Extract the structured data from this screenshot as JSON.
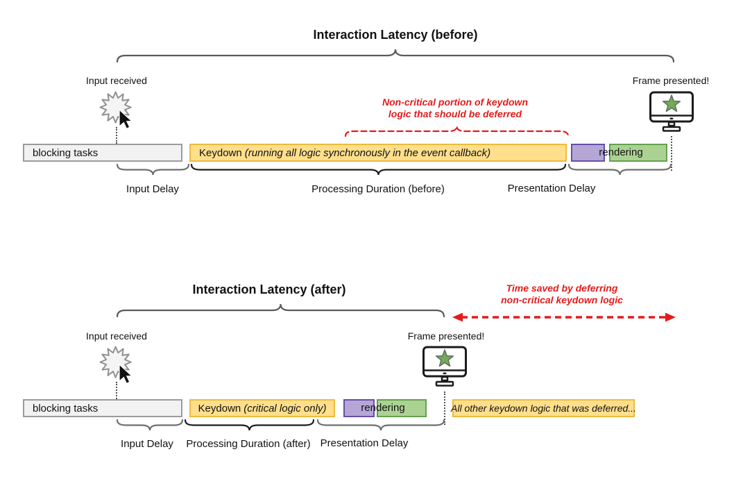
{
  "colors": {
    "yellow_fill": "#ffdf8c",
    "yellow_border": "#edba3c",
    "purple_fill": "#b4a7d6",
    "purple_border": "#674ea7",
    "green_fill": "#abd293",
    "green_border": "#63a14f",
    "gray_fill": "#f2f2f2",
    "gray_border": "#9b9b9b",
    "annotation_red": "#e31b1b",
    "star_green": "#76a85e"
  },
  "before": {
    "title": "Interaction Latency (before)",
    "input_received": "Input received",
    "frame_presented": "Frame presented!",
    "annotation": {
      "line1": "Non-critical portion of keydown",
      "line2": "logic that should be deferred"
    },
    "bars": {
      "blocking": "blocking tasks",
      "keydown_name": "Keydown",
      "keydown_detail": "(running all logic synchronously in the event callback)",
      "rendering": "rendering"
    },
    "labels": {
      "input_delay": "Input Delay",
      "processing": "Processing Duration (before)",
      "presentation": "Presentation Delay"
    }
  },
  "after": {
    "title": "Interaction Latency (after)",
    "input_received": "Input received",
    "frame_presented": "Frame presented!",
    "annotation": {
      "line1": "Time saved by deferring",
      "line2": "non-critical keydown logic"
    },
    "bars": {
      "blocking": "blocking tasks",
      "keydown_name": "Keydown",
      "keydown_detail": "(critical logic only)",
      "rendering": "rendering",
      "deferred": "All other keydown logic that was deferred..."
    },
    "labels": {
      "input_delay": "Input Delay",
      "processing": "Processing Duration (after)",
      "presentation": "Presentation Delay"
    }
  }
}
